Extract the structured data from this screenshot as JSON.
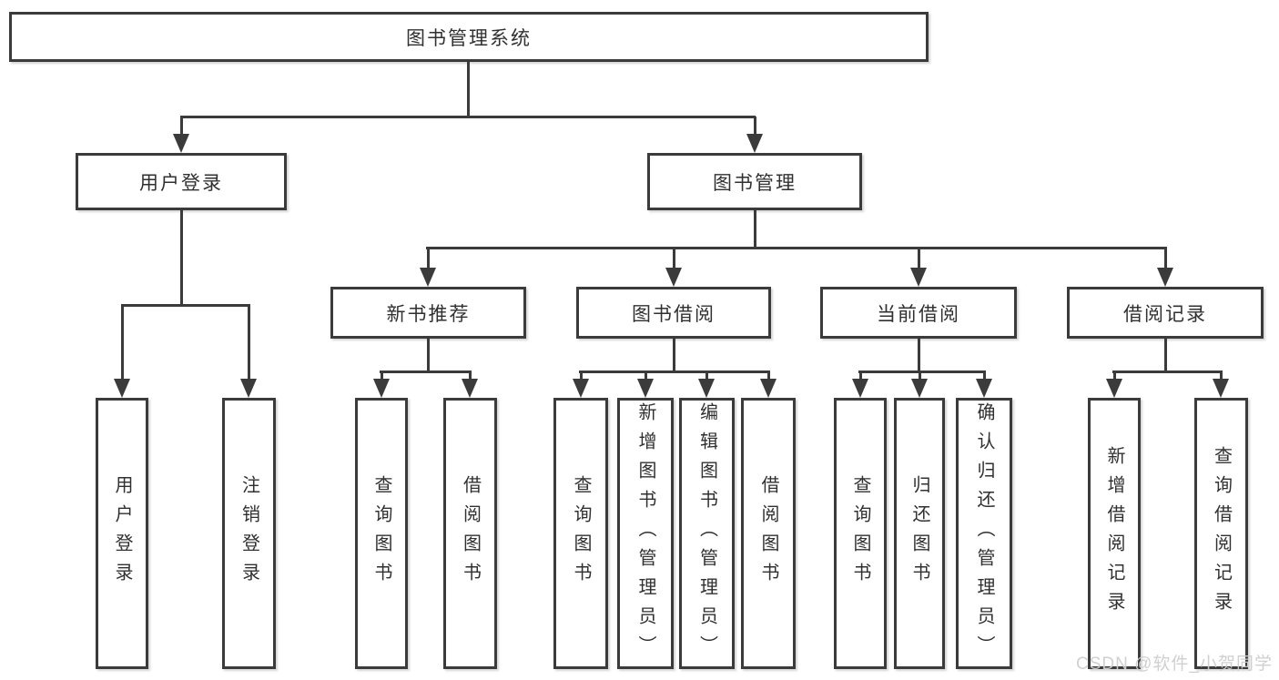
{
  "diagram": {
    "title": "图书管理系统",
    "children": [
      {
        "label": "用户登录",
        "children": [
          {
            "label": "用户登录"
          },
          {
            "label": "注销登录"
          }
        ]
      },
      {
        "label": "图书管理",
        "children": [
          {
            "label": "新书推荐",
            "children": [
              {
                "label": "查询图书"
              },
              {
                "label": "借阅图书"
              }
            ]
          },
          {
            "label": "图书借阅",
            "children": [
              {
                "label": "查询图书"
              },
              {
                "label": "新增图书（管理员）"
              },
              {
                "label": "编辑图书（管理员）"
              },
              {
                "label": "借阅图书"
              }
            ]
          },
          {
            "label": "当前借阅",
            "children": [
              {
                "label": "查询图书"
              },
              {
                "label": "归还图书"
              },
              {
                "label": "确认归还（管理员）"
              }
            ]
          },
          {
            "label": "借阅记录",
            "children": [
              {
                "label": "新增借阅记录"
              },
              {
                "label": "查询借阅记录"
              }
            ]
          }
        ]
      }
    ]
  },
  "watermark": {
    "text": "CSDN @软件_小贺同学"
  },
  "colors": {
    "line": "#3b3b3b",
    "box_border": "#3b3b3b",
    "text": "#303030",
    "watermark": "#cdcdcd",
    "background": "#ffffff"
  }
}
